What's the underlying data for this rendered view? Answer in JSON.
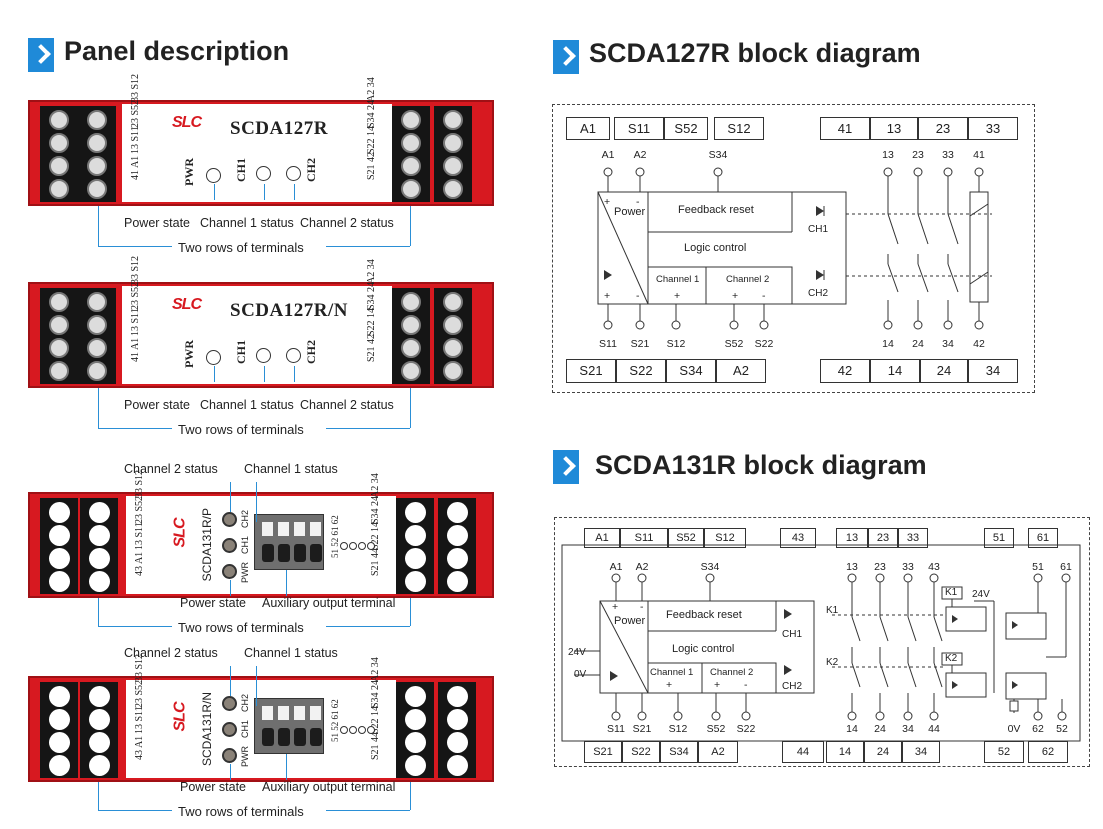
{
  "headings": {
    "panel": "Panel description",
    "scda127r": "SCDA127R block diagram",
    "scda131r": "SCDA131R block diagram"
  },
  "brand": "SLC",
  "panels": [
    {
      "model": "SCDA127R",
      "left_top": "33 S12",
      "left_mid": "23 S52",
      "left_low": "13 S11",
      "left_bot": "41 A1",
      "right_top": "A2 34",
      "right_mid": "S34 24",
      "right_low": "S22 14",
      "right_bot": "S21 42",
      "pwr": "PWR",
      "ch1": "CH1",
      "ch2": "CH2",
      "power_state": "Power state",
      "ch1_status": "Channel 1 status",
      "ch2_status": "Channel 2 status",
      "terminals": "Two rows of terminals"
    },
    {
      "model": "SCDA127R/N",
      "left_top": "33 S12",
      "left_mid": "23 S52",
      "left_low": "13 S11",
      "left_bot": "41 A1",
      "right_top": "A2 34",
      "right_mid": "S34 24",
      "right_low": "S22 14",
      "right_bot": "S21 42",
      "pwr": "PWR",
      "ch1": "CH1",
      "ch2": "CH2",
      "power_state": "Power state",
      "ch1_status": "Channel 1 status",
      "ch2_status": "Channel 2 status",
      "terminals": "Two rows of terminals"
    },
    {
      "model": "SCDA131R/P",
      "left_top": "33 S12",
      "left_mid": "23 S52",
      "left_low": "13 S11",
      "left_bot": "43 A1",
      "right_top": "A2 34",
      "right_mid": "S34 24",
      "right_low": "S22 14",
      "right_bot": "S21 44",
      "aux": "51 52 61 62",
      "pwr": "PWR",
      "ch1": "CH1",
      "ch2": "CH2",
      "power_state": "Power state",
      "ch1_status": "Channel 1 status",
      "ch2_status": "Channel 2 status",
      "aux_label": "Auxiliary output terminal",
      "terminals": "Two rows of terminals"
    },
    {
      "model": "SCDA131R/N",
      "left_top": "33 S12",
      "left_mid": "23 S52",
      "left_low": "13 S11",
      "left_bot": "43 A1",
      "right_top": "A2 34",
      "right_mid": "S34 24",
      "right_low": "S22 14",
      "right_bot": "S21 44",
      "aux": "51 52 61 62",
      "pwr": "PWR",
      "ch1": "CH1",
      "ch2": "CH2",
      "power_state": "Power state",
      "ch1_status": "Channel 1 status",
      "ch2_status": "Channel 2 status",
      "aux_label": "Auxiliary output terminal",
      "terminals": "Two rows of terminals"
    }
  ],
  "d127": {
    "top_row": [
      "A1",
      "S11",
      "S52",
      "S12",
      "41",
      "13",
      "23",
      "33"
    ],
    "top_pins": [
      "A1",
      "A2",
      "S34",
      "13",
      "23",
      "33",
      "41"
    ],
    "bottom_pins": [
      "S11",
      "S21",
      "S12",
      "S52",
      "S22",
      "14",
      "24",
      "34",
      "42"
    ],
    "bottom_row": [
      "S21",
      "S22",
      "S34",
      "A2",
      "42",
      "14",
      "24",
      "34"
    ],
    "power": "Power",
    "feedback": "Feedback reset",
    "logic": "Logic control",
    "channel1": "Channel 1",
    "channel2": "Channel 2",
    "ch1": "CH1",
    "ch2": "CH2",
    "plus": "+",
    "minus": "-"
  },
  "d131": {
    "top_row": [
      "A1",
      "S11",
      "S52",
      "S12",
      "43",
      "13",
      "23",
      "33",
      "51",
      "61"
    ],
    "top_pins": [
      "A1",
      "A2",
      "S34",
      "13",
      "23",
      "33",
      "43",
      "51",
      "61"
    ],
    "bottom_pins": [
      "S11",
      "S21",
      "S12",
      "S52",
      "S22",
      "14",
      "24",
      "34",
      "44",
      "0V",
      "62",
      "52"
    ],
    "bottom_row": [
      "S21",
      "S22",
      "S34",
      "A2",
      "44",
      "14",
      "24",
      "34",
      "52",
      "62"
    ],
    "power": "Power",
    "feedback": "Feedback reset",
    "logic": "Logic control",
    "channel1": "Channel 1",
    "channel2": "Channel 2",
    "ch1": "CH1",
    "ch2": "CH2",
    "v24": "24V",
    "v0": "0V",
    "k1": "K1",
    "k2": "K2",
    "v24b": "24V",
    "plus": "+",
    "minus": "-"
  }
}
